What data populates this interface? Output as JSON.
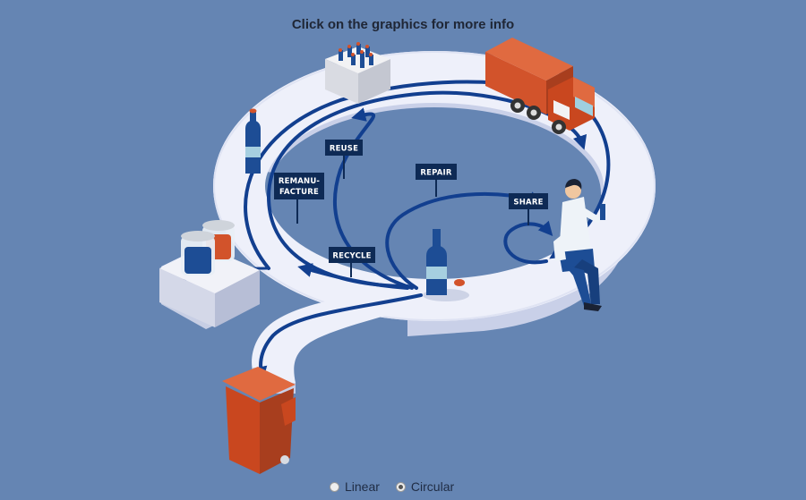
{
  "header": {
    "title": "Click on the graphics for more info"
  },
  "diagram": {
    "labels": {
      "reuse": "REUSE",
      "remanufacture_line1": "REMANU-",
      "remanufacture_line2": "FACTURE",
      "repair": "REPAIR",
      "share": "SHARE",
      "recycle": "RECYCLE"
    }
  },
  "modes": {
    "options": [
      {
        "label": "Linear",
        "selected": false
      },
      {
        "label": "Circular",
        "selected": true
      }
    ]
  },
  "colors": {
    "background": "#6585b3",
    "track": "#eef0fa",
    "arrow": "#123f8f",
    "label_bg": "#0e2a55",
    "truck": "#d2532b",
    "bin": "#c9471f",
    "bottle": "#1d4d95"
  }
}
